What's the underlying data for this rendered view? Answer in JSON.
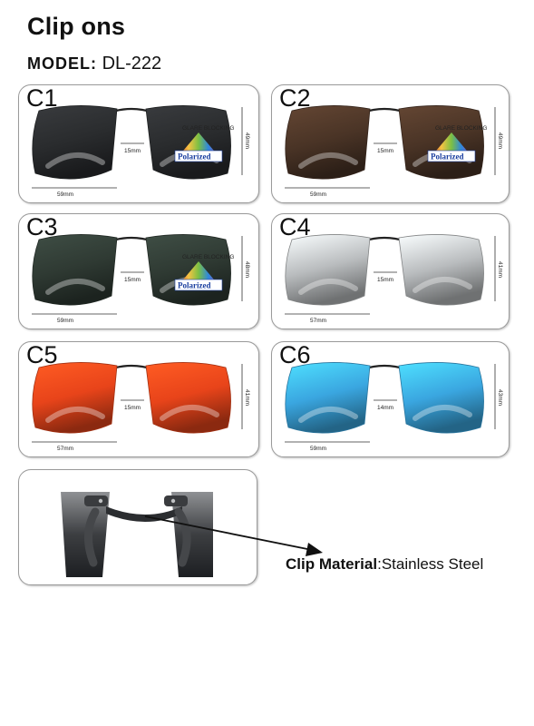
{
  "header": {
    "title": "Clip ons",
    "model_label": "MODEL:",
    "model_value": "DL-222"
  },
  "variants": [
    {
      "code": "C1",
      "lens_color": "#2a2c2e",
      "width": "59mm",
      "bridge": "15mm",
      "height": "49mm",
      "badge": true
    },
    {
      "code": "C2",
      "lens_color": "#4a3426",
      "width": "59mm",
      "bridge": "15mm",
      "height": "49mm",
      "badge": true
    },
    {
      "code": "C3",
      "lens_color": "#2f3a33",
      "width": "59mm",
      "bridge": "15mm",
      "height": "48mm",
      "badge": true
    },
    {
      "code": "C4",
      "lens_color": "#b9bcbe",
      "width": "57mm",
      "bridge": "15mm",
      "height": "41mm",
      "badge": false
    },
    {
      "code": "C5",
      "lens_color": "#e8441a",
      "width": "57mm",
      "bridge": "15mm",
      "height": "41mm",
      "badge": false
    },
    {
      "code": "C6",
      "lens_color": "#3aa6e0",
      "width": "59mm",
      "bridge": "14mm",
      "height": "43mm",
      "badge": false
    }
  ],
  "badge": {
    "text": "Polarized",
    "small_text": "GLARE BLOCKING"
  },
  "material": {
    "label": "Clip Material",
    "value": ":Stainless Steel"
  }
}
